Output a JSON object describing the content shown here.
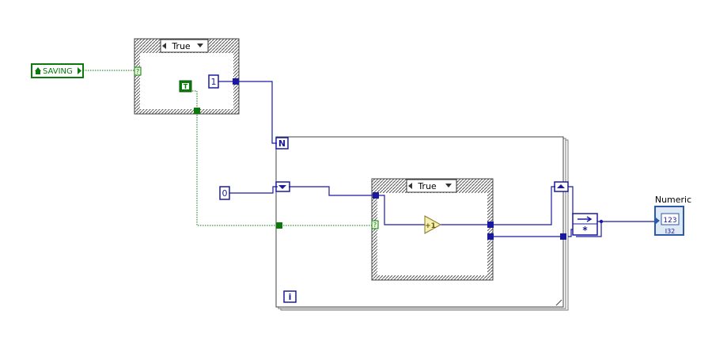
{
  "diagram": {
    "saving_control": {
      "label": "SAVING",
      "icon": "house-icon"
    },
    "outer_case": {
      "selector": "True"
    },
    "inner_case": {
      "selector": "True"
    },
    "bool_constant": "T",
    "loop_count_constant": "1",
    "loop_count_terminal": "N",
    "init_constant": "0",
    "iteration_terminal": "i",
    "increment_label": "+1",
    "multiply_symbol": "*",
    "indicator": {
      "caption": "Numeric",
      "value": "123",
      "type_label": "I32"
    },
    "case_selector_terminal": "?",
    "colors": {
      "int_wire": "#1a1aa0",
      "bool_wire": "#0b7a0b",
      "indicator_border": "#2a5aa8",
      "increment_fill": "#f5efb0"
    }
  }
}
